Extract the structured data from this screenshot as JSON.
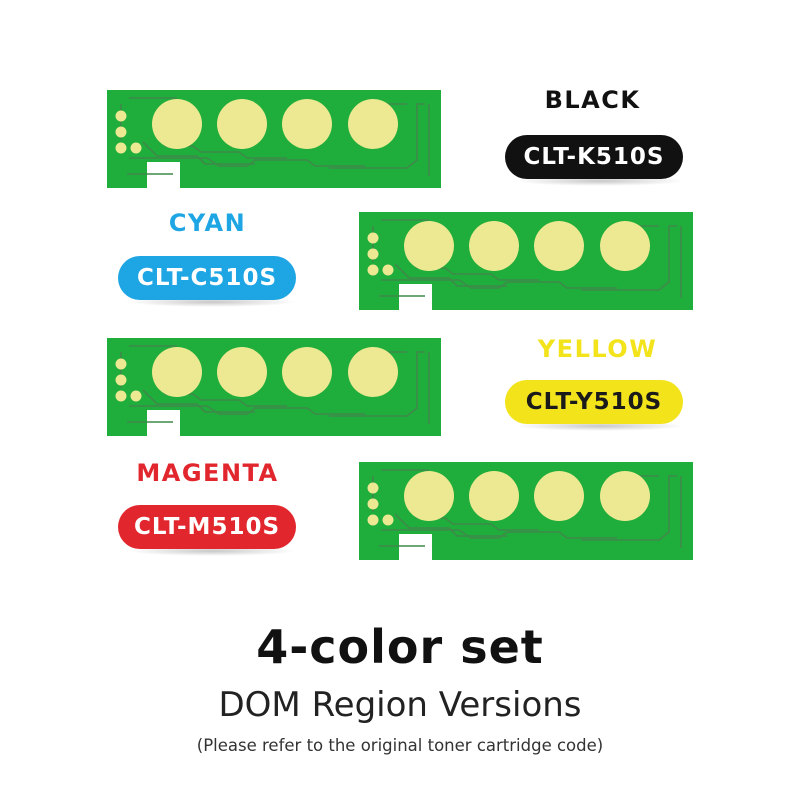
{
  "colors": {
    "board": "#1fad3b",
    "board_trace": "#3f8a4a",
    "pad": "#ede892",
    "black": "#111111",
    "cyan": "#1ea5e3",
    "yellow": "#f2e31b",
    "magenta": "#e1262d"
  },
  "variants": [
    {
      "color_name": "BLACK",
      "code": "CLT-K510S"
    },
    {
      "color_name": "CYAN",
      "code": "CLT-C510S"
    },
    {
      "color_name": "YELLOW",
      "code": "CLT-Y510S"
    },
    {
      "color_name": "MAGENTA",
      "code": "CLT-M510S"
    }
  ],
  "title": "4-color set",
  "subtitle": "DOM Region Versions",
  "note": "(Please refer to the original toner cartridge code)"
}
